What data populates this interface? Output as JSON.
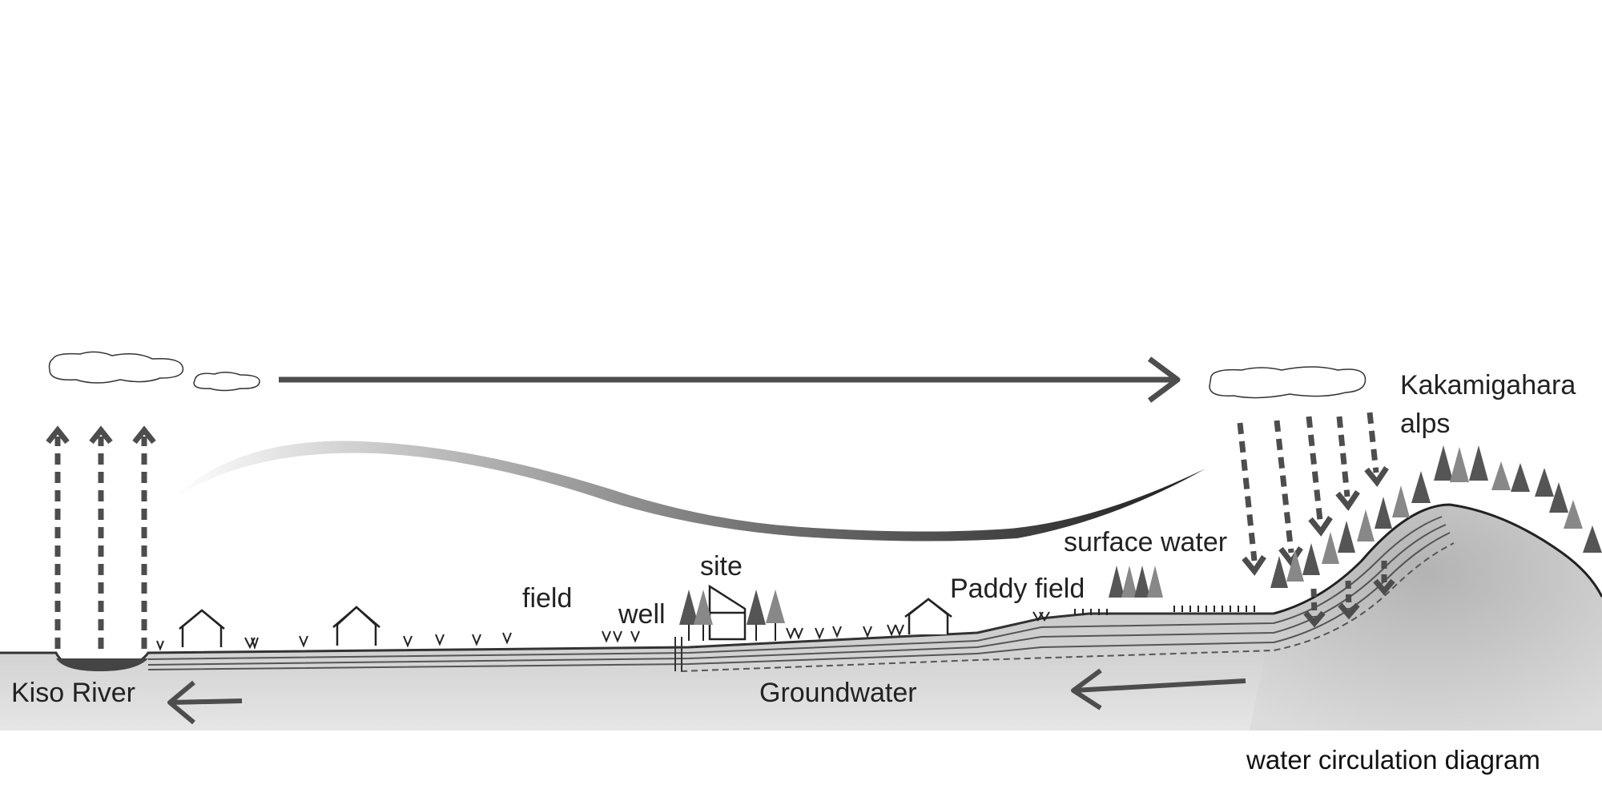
{
  "labels": {
    "kakamigahara": "Kakamigahara",
    "alps": "alps",
    "surface_water": "surface water",
    "site": "site",
    "field": "field",
    "well": "well",
    "paddy_field": "Paddy field",
    "kiso_river": "Kiso River",
    "groundwater": "Groundwater",
    "caption": "water circulation diagram"
  },
  "colors": {
    "ground": "#c9c9c9",
    "ground_dark": "#a9a9a9",
    "arrow": "#4d4d4d",
    "tree_dark": "#555555",
    "tree_light": "#8a8a8a",
    "line": "#333333"
  }
}
